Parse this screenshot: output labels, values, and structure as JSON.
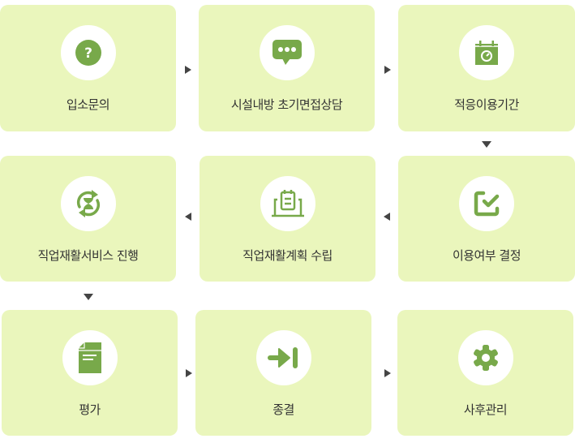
{
  "colors": {
    "card_bg": "#eaf6bc",
    "icon_green": "#78a94a",
    "circle_bg": "#ffffff",
    "arrow": "#444444",
    "text": "#333333"
  },
  "steps": [
    {
      "order": 1,
      "label": "입소문의",
      "icon": "question-icon"
    },
    {
      "order": 2,
      "label": "시설내방 초기면접상담",
      "icon": "chat-bubble-icon"
    },
    {
      "order": 3,
      "label": "적응이용기간",
      "icon": "calendar-clock-icon"
    },
    {
      "order": 4,
      "label": "이용여부 결정",
      "icon": "checkbox-icon"
    },
    {
      "order": 5,
      "label": "직업재활계획 수립",
      "icon": "laptop-clipboard-icon"
    },
    {
      "order": 6,
      "label": "직업재활서비스 진행",
      "icon": "hourglass-cycle-icon"
    },
    {
      "order": 7,
      "label": "평가",
      "icon": "document-icon"
    },
    {
      "order": 8,
      "label": "종결",
      "icon": "arrow-to-line-icon"
    },
    {
      "order": 9,
      "label": "사후관리",
      "icon": "gear-icon"
    }
  ],
  "arrows": [
    {
      "from": 1,
      "to": 2,
      "direction": "right"
    },
    {
      "from": 2,
      "to": 3,
      "direction": "right"
    },
    {
      "from": 3,
      "to": 4,
      "direction": "down"
    },
    {
      "from": 4,
      "to": 5,
      "direction": "left"
    },
    {
      "from": 5,
      "to": 6,
      "direction": "left"
    },
    {
      "from": 6,
      "to": 7,
      "direction": "down"
    },
    {
      "from": 7,
      "to": 8,
      "direction": "right"
    },
    {
      "from": 8,
      "to": 9,
      "direction": "right"
    }
  ]
}
